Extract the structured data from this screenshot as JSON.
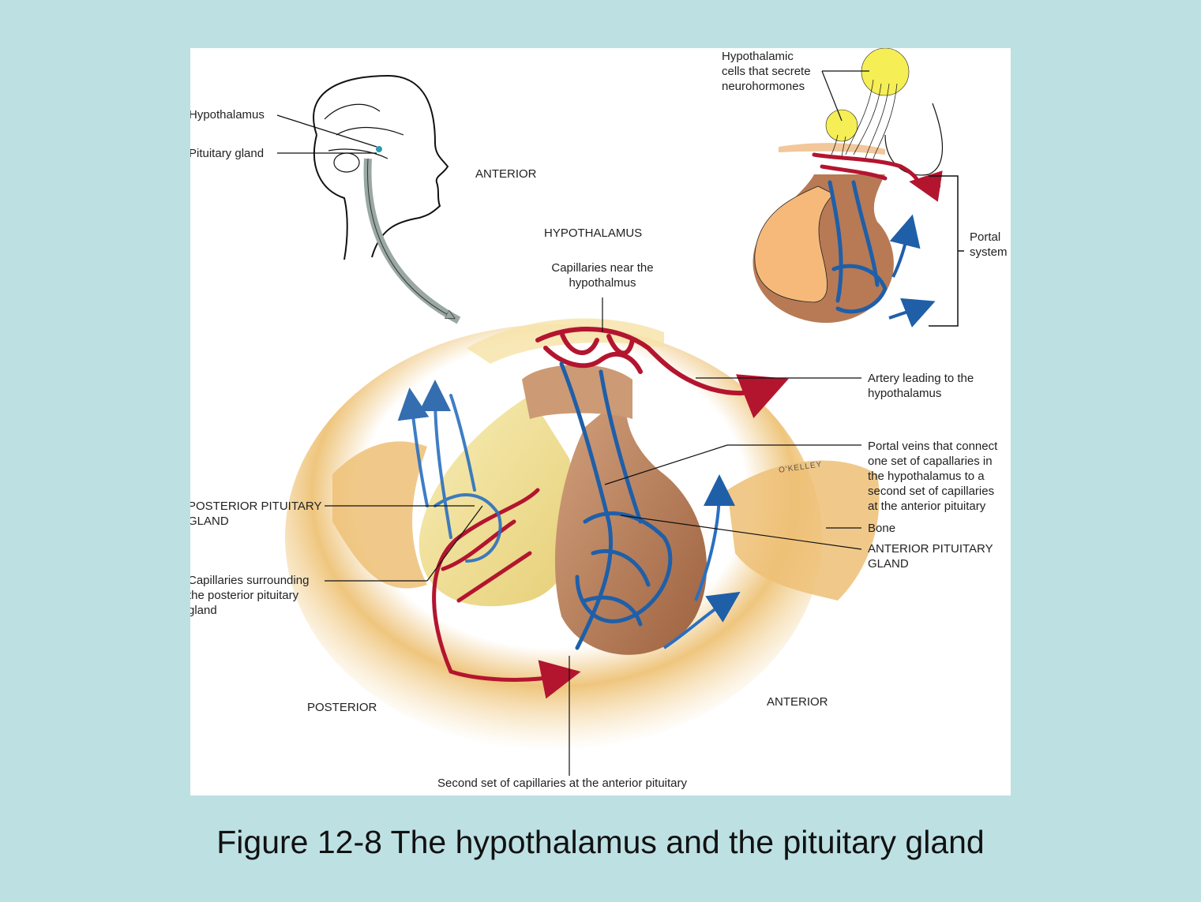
{
  "figure": {
    "caption": "Figure 12-8 The hypothalamus and the pituitary gland",
    "colors": {
      "background": "#bde0e3",
      "panel": "#ffffff",
      "artery": "#b3152f",
      "vein": "#1f5fa8",
      "bone": "#edbf6f",
      "posterior_gland": "#f2e39a",
      "anterior_gland": "#b77a55",
      "neuron_cells": "#f5ee55",
      "inset_gland_light": "#f6b979"
    },
    "head_inset": {
      "labels": [
        "Hypothalamus",
        "Pituitary gland"
      ],
      "orientation": "ANTERIOR"
    },
    "portal_inset": {
      "cells_label": "Hypothalamic\ncells that secrete\nneurohormones",
      "bracket_label": "Portal\nsystem"
    },
    "main": {
      "title": "HYPOTHALAMUS",
      "labels": {
        "capillaries_near": "Capillaries near the\nhypothalmus",
        "artery": "Artery leading to the\nhypothalamus",
        "portal_veins": "Portal veins that connect\none set of capallaries in\nthe hypothalamus to a\nsecond set of capillaries\nat the anterior pituitary",
        "bone": "Bone",
        "anterior_gland": "ANTERIOR PITUITARY\nGLAND",
        "posterior_gland": "POSTERIOR PITUITARY\nGLAND",
        "capillaries_posterior": "Capillaries surrounding\nthe posterior pituitary\ngland",
        "second_set": "Second set of capillaries at the anterior pituitary",
        "posterior": "POSTERIOR",
        "anterior": "ANTERIOR"
      },
      "signature": "O'KELLEY"
    }
  }
}
